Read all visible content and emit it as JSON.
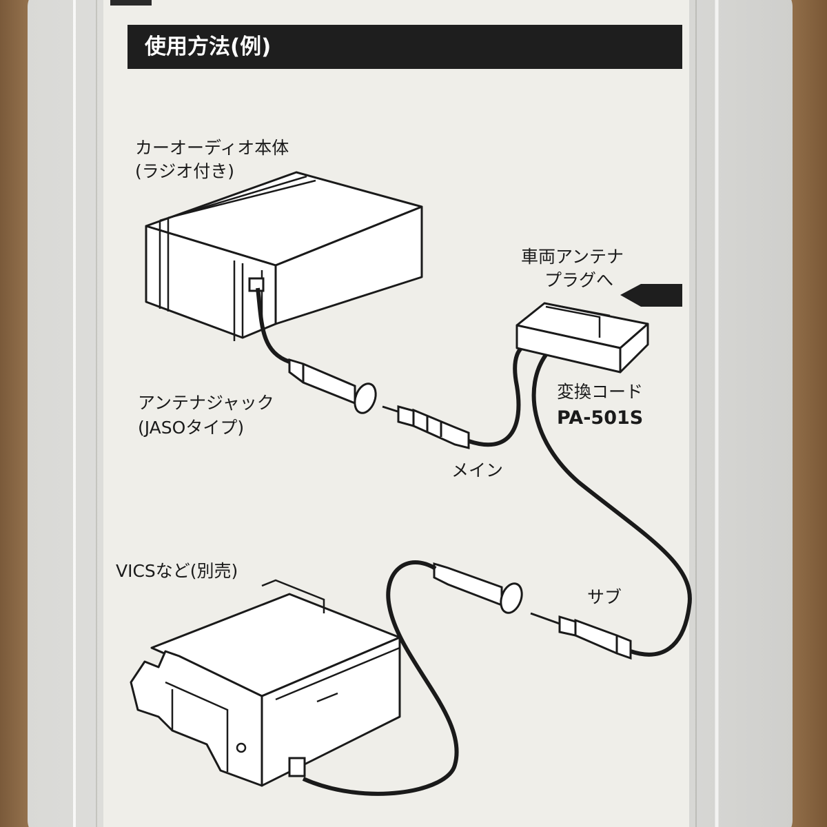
{
  "section_title": "使用方法(例)",
  "labels": {
    "car_audio_line1": "カーオーディオ本体",
    "car_audio_line2": "(ラジオ付き)",
    "vehicle_plug_line1": "車両アンテナ",
    "vehicle_plug_line2": "プラグへ",
    "adapter_line1": "変換コード",
    "adapter_model": "PA-501S",
    "antenna_jack_line1": "アンテナジャック",
    "antenna_jack_line2": "(JASOタイプ)",
    "main": "メイン",
    "vics": "VICSなど(別売)",
    "sub": "サブ"
  },
  "colors": {
    "wood": "#8a6a48",
    "card": "#f1f0ec",
    "ink": "#1a1a1a",
    "banner": "#1e1e1e"
  }
}
